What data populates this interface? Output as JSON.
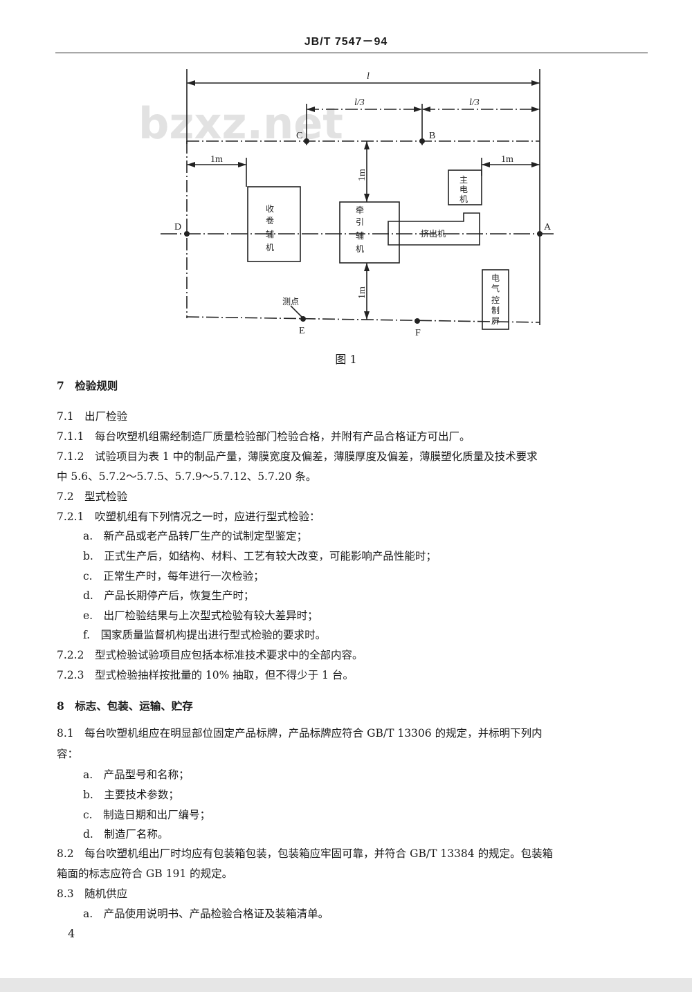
{
  "header": {
    "code": "JB/T 7547－94"
  },
  "figure": {
    "watermark": "bzxz.net",
    "dim_total": "l",
    "dim_third_1": "l/3",
    "dim_third_2": "l/3",
    "dim_left_1m": "1m",
    "dim_right_1m": "1m",
    "dim_top_1m": "1m",
    "dim_bottom_1m": "1m",
    "point_c": "C",
    "point_b": "B",
    "point_d": "D",
    "point_a": "A",
    "point_e": "E",
    "point_f": "F",
    "measure_point": "测点",
    "box_winder": [
      "收",
      "卷",
      "辅",
      "机"
    ],
    "box_puller": [
      "牵",
      "引",
      "辅",
      "机"
    ],
    "box_extruder": "挤出机",
    "box_motor": [
      "主",
      "电",
      "机"
    ],
    "box_control": [
      "电",
      "气",
      "控",
      "制",
      "屏"
    ],
    "caption": "图 1"
  },
  "body": {
    "s7": "7　检验规则",
    "s7_1": "7.1　出厂检验",
    "s7_1_1": "7.1.1　每台吹塑机组需经制造厂质量检验部门检验合格，并附有产品合格证方可出厂。",
    "s7_1_2a": "7.1.2　试验项目为表 1 中的制品产量，薄膜宽度及偏差，薄膜厚度及偏差，薄膜塑化质量及技术要求",
    "s7_1_2b": "中 5.6、5.7.2～5.7.5、5.7.9～5.7.12、5.7.20 条。",
    "s7_2": "7.2　型式检验",
    "s7_2_1": "7.2.1　吹塑机组有下列情况之一时，应进行型式检验：",
    "s7_2_1_a": "a.　新产品或老产品转厂生产的试制定型鉴定；",
    "s7_2_1_b": "b.　正式生产后，如结构、材料、工艺有较大改变，可能影响产品性能时；",
    "s7_2_1_c": "c.　正常生产时，每年进行一次检验；",
    "s7_2_1_d": "d.　产品长期停产后，恢复生产时；",
    "s7_2_1_e": "e.　出厂检验结果与上次型式检验有较大差异时；",
    "s7_2_1_f": "f.　国家质量监督机构提出进行型式检验的要求时。",
    "s7_2_2": "7.2.2　型式检验试验项目应包括本标准技术要求中的全部内容。",
    "s7_2_3": "7.2.3　型式检验抽样按批量的 10% 抽取，但不得少于 1 台。",
    "s8": "8　标志、包装、运输、贮存",
    "s8_1a": "8.1　每台吹塑机组应在明显部位固定产品标牌，产品标牌应符合 GB/T 13306 的规定，并标明下列内",
    "s8_1b": "容：",
    "s8_1_a": "a.　产品型号和名称；",
    "s8_1_b": "b.　主要技术参数；",
    "s8_1_c": "c.　制造日期和出厂编号；",
    "s8_1_d": "d.　制造厂名称。",
    "s8_2a": "8.2　每台吹塑机组出厂时均应有包装箱包装，包装箱应牢固可靠，并符合 GB/T 13384 的规定。包装箱",
    "s8_2b": "箱面的标志应符合 GB 191 的规定。",
    "s8_3": "8.3　随机供应",
    "s8_3_a": "a.　产品使用说明书、产品检验合格证及装箱清单。"
  },
  "footer": {
    "page_number": "4"
  }
}
